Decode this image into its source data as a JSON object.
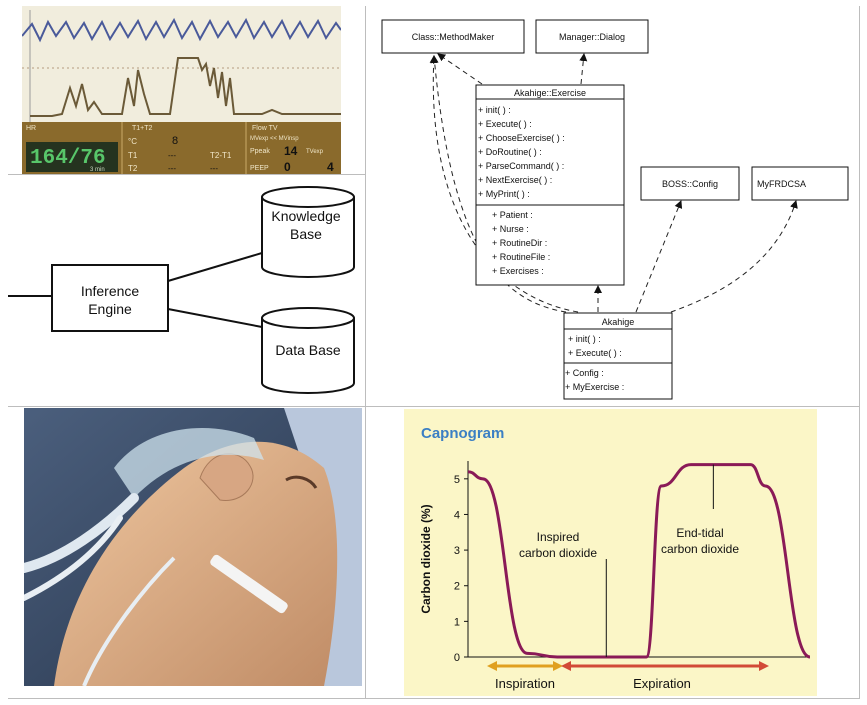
{
  "monitor": {
    "labels": {
      "hr": "HR",
      "t1t2": "T1+T2",
      "flow": "Flow TV",
      "degc": "°C",
      "t1": "T1",
      "t2": "T2",
      "t2t1": "T2-T1",
      "mvexp": "MVexp << MVinsp",
      "ppeak": "Ppeak",
      "tvexp": "TVexp",
      "peep": "PEEP",
      "time": "3 min"
    },
    "values": {
      "bp": "164/76",
      "temp": "8",
      "dash1": "---",
      "dash2": "---",
      "dash3": "---",
      "ppeak": "14",
      "peep": "0",
      "extra": "4"
    },
    "colors": {
      "screen": "#f1eddd",
      "wave_top": "#4a5a9a",
      "wave_bottom": "#6b5a38",
      "bar": "#8a6a2c",
      "bar_text": "#f0e6c8",
      "bp": "#58c66a"
    }
  },
  "expert_system": {
    "inference": "Inference\nEngine",
    "knowledge": "Knowledge\nBase",
    "database": "Data Base"
  },
  "uml": {
    "method_maker": "Class::MethodMaker",
    "manager_dialog": "Manager::Dialog",
    "exercise": {
      "name": "Akahige::Exercise",
      "methods": [
        "+ init( ) :",
        "+ Execute( ) :",
        "+ ChooseExercise( ) :",
        "+ DoRoutine( ) :",
        "+ ParseCommand( ) :",
        "+ NextExercise( ) :",
        "+ MyPrint( ) :"
      ],
      "attributes": [
        "+ Patient :",
        "+ Nurse :",
        "+ RoutineDir :",
        "+ RoutineFile :",
        "+ Exercises :"
      ]
    },
    "boss_config": "BOSS::Config",
    "myfrdcsa": "MyFRDCSA",
    "akahige": {
      "name": "Akahige",
      "methods": [
        "+ init( ) :",
        "+ Execute( ) :"
      ],
      "attributes": [
        "+ Config :",
        "+ MyExercise :"
      ]
    }
  },
  "photo": {
    "colors": {
      "background": "#3a4b63",
      "skin": "#e0b48e",
      "cap": "#b9c7dc",
      "tube": "#dfe8f0",
      "mask": "#cfe3ee"
    }
  },
  "chart_data": {
    "type": "line",
    "title": "Capnogram",
    "xlabel": "",
    "ylabel": "Carbon dioxide (%)",
    "ylim": [
      0,
      5.5
    ],
    "yticks": [
      0,
      1,
      2,
      3,
      4,
      5
    ],
    "x": [
      0,
      1,
      4,
      6,
      9,
      11,
      12,
      13,
      15,
      16,
      17,
      19,
      20,
      23
    ],
    "series": [
      {
        "name": "CO2",
        "values": [
          5.2,
          5.0,
          0.1,
          0.0,
          0.0,
          0.0,
          0.0,
          4.8,
          5.4,
          5.4,
          5.4,
          5.4,
          4.8,
          0.0
        ]
      }
    ],
    "annotations": {
      "inspired": "Inspired\ncarbon dioxide",
      "end_tidal": "End-tidal\ncarbon dioxide",
      "inspiration": "Inspiration",
      "expiration": "Expiration"
    },
    "colors": {
      "background": "#fbf6c7",
      "line": "#8a1a57",
      "title": "#3b7fc4",
      "inspiration": "#e0a020",
      "expiration": "#d24a37"
    }
  }
}
